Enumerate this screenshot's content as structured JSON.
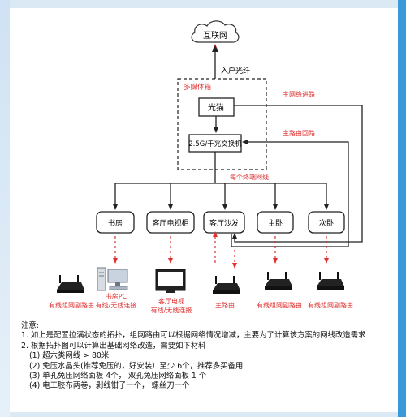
{
  "nodes": {
    "internet": "互联网",
    "fiber_in": "入户光纤",
    "media_box": "多媒体箱",
    "optical_modem": "光猫",
    "switch": "2.5G/千兆交换机",
    "study": "书房",
    "living_tv_cabinet": "客厅电视柜",
    "living_sofa": "客厅沙发",
    "master_bedroom": "主卧",
    "second_bedroom": "次卧"
  },
  "links": {
    "main_in": "主网络进路",
    "main_back": "主路由回路",
    "per_terminal": "每个终端网线"
  },
  "devices": {
    "router_left": "有线组网副路由",
    "pc_line1": "书房PC",
    "pc_line2": "有线/无线连接",
    "tv_line1": "客厅电视",
    "tv_line2": "有线/无线连接",
    "main_router": "主路由",
    "router_master": "有线组网副路由",
    "router_second": "有线组网副路由"
  },
  "notes": {
    "title": "注意:",
    "line1": "1. 如上是配置拉满状态的拓扑，组网路由可以根据网络情况增减，主要为了计算该方案的网线改造需求",
    "line2": "2. 根据拓扑图可以计算出基础网络改造，需要如下材料",
    "item1": "(1) 超六类网线 > 80米",
    "item2": "(2) 免压水晶头(推荐免压的，好安装）至少 6个，推荐多买备用",
    "item3": "(3) 单孔免压网络面板 4个，  双孔免压网络面板 1 个",
    "item4": "(4) 电工胶布两卷，剥线钳子一个，  螺丝刀一个"
  },
  "colors": {
    "red_label": "#e03030",
    "line": "#222222",
    "dashed_red": "#e03030"
  }
}
